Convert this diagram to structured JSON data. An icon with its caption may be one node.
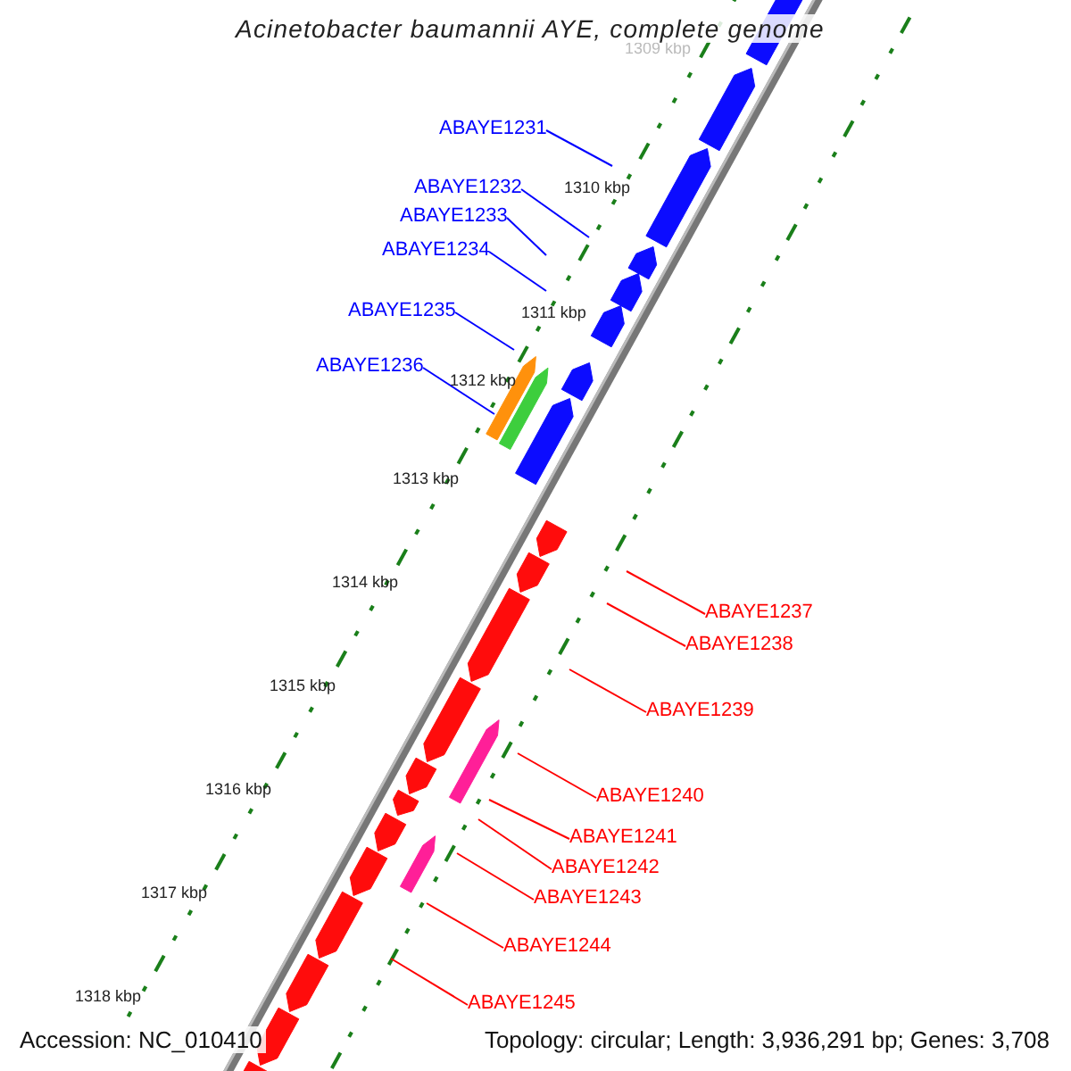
{
  "diagram": {
    "title": "Acinetobacter baumannii AYE, complete genome",
    "nodes": [
      {
        "text": [
          "ABAYE1231"
        ]
      },
      {
        "text": [
          "ABAYE1232"
        ]
      },
      {
        "text": [
          "ABAYE1233"
        ]
      },
      {
        "text": [
          "ABAYE1234"
        ]
      },
      {
        "text": [
          "ABAYE1235"
        ]
      },
      {
        "text": [
          "ABAYE1236"
        ]
      },
      {
        "text": [
          "ABAYE1237"
        ]
      },
      {
        "text": [
          "ABAYE1238"
        ]
      },
      {
        "text": [
          "ABAYE1239"
        ]
      },
      {
        "text": [
          "ABAYE1240"
        ]
      },
      {
        "text": [
          "ABAYE1241"
        ]
      },
      {
        "text": [
          "ABAYE1242"
        ]
      },
      {
        "text": [
          "ABAYE1243"
        ]
      },
      {
        "text": [
          "ABAYE1244"
        ]
      },
      {
        "text": [
          "ABAYE1245"
        ]
      }
    ],
    "edges": [
      {
        "from": 0,
        "to": null,
        "arrow": "none",
        "color": "#0000ff"
      },
      {
        "from": 1,
        "to": null,
        "arrow": "none",
        "color": "#0000ff"
      },
      {
        "from": 2,
        "to": null,
        "arrow": "none",
        "color": "#0000ff"
      },
      {
        "from": 3,
        "to": null,
        "arrow": "none",
        "color": "#0000ff"
      },
      {
        "from": 4,
        "to": null,
        "arrow": "none",
        "color": "#0000ff"
      },
      {
        "from": 5,
        "to": null,
        "arrow": "none",
        "color": "#0000ff"
      },
      {
        "from": 6,
        "to": null,
        "arrow": "none"
      },
      {
        "from": 7,
        "to": null,
        "arrow": "none"
      },
      {
        "from": 8,
        "to": null,
        "arrow": "none"
      },
      {
        "from": 9,
        "to": null,
        "arrow": "none"
      },
      {
        "from": 10,
        "to": null,
        "arrow": "none"
      },
      {
        "from": 11,
        "to": null,
        "arrow": "none"
      },
      {
        "from": 12,
        "to": null,
        "arrow": "none"
      },
      {
        "from": 13,
        "to": null,
        "arrow": "none"
      },
      {
        "from": 14,
        "to": null,
        "arrow": "none"
      }
    ],
    "labels": [
      "1309 kbp",
      "1310 kbp",
      "1311 kbp",
      "1312 kbp",
      "1313 kbp",
      "1314 kbp",
      "1315 kbp",
      "1316 kbp",
      "1317 kbp",
      "1318 kbp",
      "Accession: NC_010410",
      "Topology: circular; Length: 3,936,291 bp; Genes: 3,708"
    ]
  }
}
